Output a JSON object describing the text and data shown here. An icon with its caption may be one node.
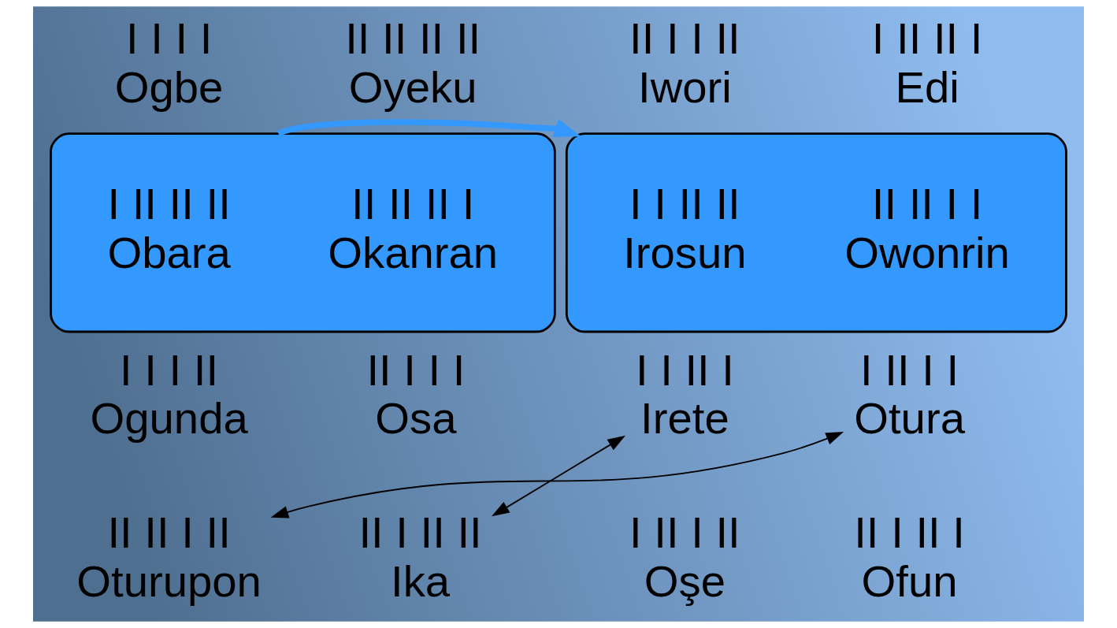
{
  "diagram": {
    "nodes": [
      {
        "text": [
          "I I I I",
          "Ogbe"
        ]
      },
      {
        "text": [
          "II II II II",
          "Oyeku"
        ]
      },
      {
        "text": [
          "II I I II",
          "Iwori"
        ]
      },
      {
        "text": [
          "I II II I",
          "Edi"
        ]
      },
      {
        "text": [],
        "shape": "ellipse"
      },
      {
        "text": [
          "I II II II",
          "Obara"
        ],
        "in": 4
      },
      {
        "text": [
          "II II II I",
          "Okanran"
        ],
        "in": 4
      },
      {
        "text": [],
        "shape": "ellipse"
      },
      {
        "text": [
          "I I II II",
          "Irosun"
        ],
        "in": 7
      },
      {
        "text": [
          "II II I I",
          "Owonrin"
        ],
        "in": 7
      },
      {
        "text": [
          "I I I II",
          "Ogunda"
        ]
      },
      {
        "text": [
          "II I I I",
          "Osa"
        ]
      },
      {
        "text": [
          "I I II I",
          "Irete"
        ]
      },
      {
        "text": [
          "I II I I",
          "Otura"
        ]
      },
      {
        "text": [
          "II II I II",
          "Oturupon"
        ]
      },
      {
        "text": [
          "II I II II",
          "Ika"
        ]
      },
      {
        "text": [
          "I II I II",
          "Oşe"
        ]
      },
      {
        "text": [
          "II I II I",
          "Ofun"
        ]
      }
    ],
    "edges": [
      {
        "from": 4,
        "to": 7,
        "arrow": "to",
        "style": "thick",
        "color": "#3399ff"
      },
      {
        "from": 12,
        "to": 15,
        "arrow": "both"
      },
      {
        "from": 13,
        "to": 14,
        "arrow": "both"
      }
    ]
  }
}
